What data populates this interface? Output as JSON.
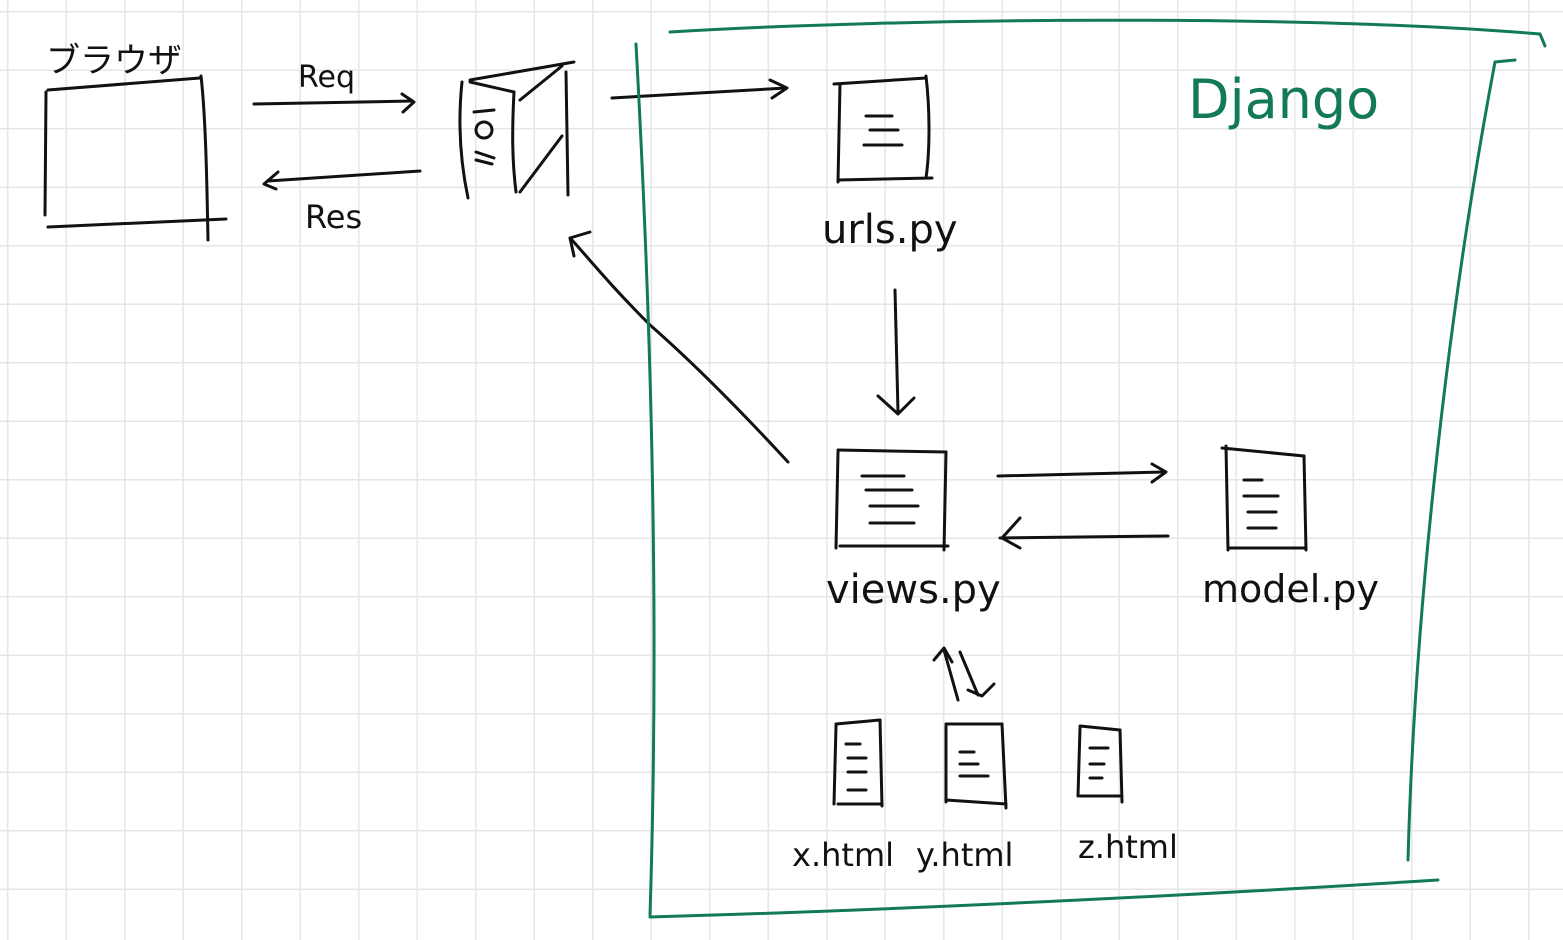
{
  "colors": {
    "ink": "#111111",
    "django_green": "#127a55"
  },
  "browser": {
    "label": "ブラウザ"
  },
  "request": {
    "label": "Req"
  },
  "response": {
    "label": "Res"
  },
  "django": {
    "label": "Django"
  },
  "files": {
    "urls": "urls.py",
    "views": "views.py",
    "model": "model.py",
    "x": "x.html",
    "y": "y.html",
    "z": "z.html"
  }
}
